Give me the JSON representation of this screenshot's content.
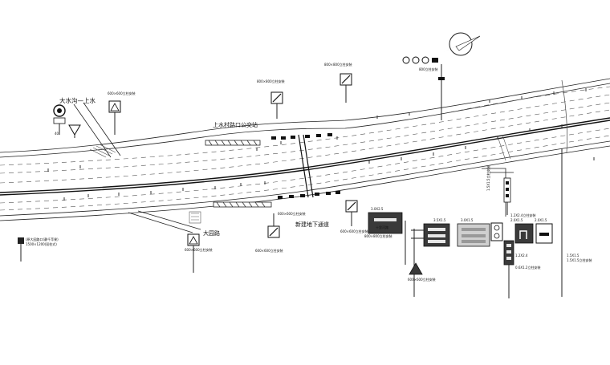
{
  "places": {
    "dashuigou": "大水沟—上水",
    "shangshuicun_bus": "上水村路口公交站",
    "xinjian_tunnel": "新建地下通道",
    "dayuan_road": "大园路"
  },
  "sign_notes": {
    "n1": "600×600立柱安装",
    "n2": "800×800立柱安装",
    "n3": "800×800立柱安装",
    "n4": "800立柱安装",
    "n5": "600×600立柱安装",
    "n6": "600×600立柱安装",
    "n7": "600×600立柱安装",
    "n8": "600×600立柱安装",
    "n9": "800×800立柱安装",
    "n10": "600×600立柱安装",
    "n11": "1.5X1.5立柱安装",
    "n12": "1.2X2.4立柱安装",
    "n13": "1.5X1.5立柱安装",
    "n14": "0.6X1.2立柱安装"
  },
  "board_sizes": {
    "b1": "3.0X2.5",
    "b2": "3.5X1.5",
    "b3": "3.0X1.5",
    "b4": "2.0X1.5",
    "b5": "2.0X1.5",
    "b6": "1.2X2.4",
    "b7": "1.5X1.5"
  },
  "board_text": {
    "ten_ban": "十里河路",
    "left_note1": "(原大园路口(静千苹果)",
    "left_note2": "1500×1200(双柱式)",
    "pole_small": "40"
  },
  "icons": [
    "north-arrow-icon",
    "no-entry-icon",
    "speed-limit-icon",
    "warning-triangle-icon",
    "yield-triangle-icon"
  ],
  "colors": {
    "line": "#222222",
    "board": "#3a3a3a",
    "board_dark": "#2a2a2a",
    "fill_light": "#e6e6e6"
  }
}
